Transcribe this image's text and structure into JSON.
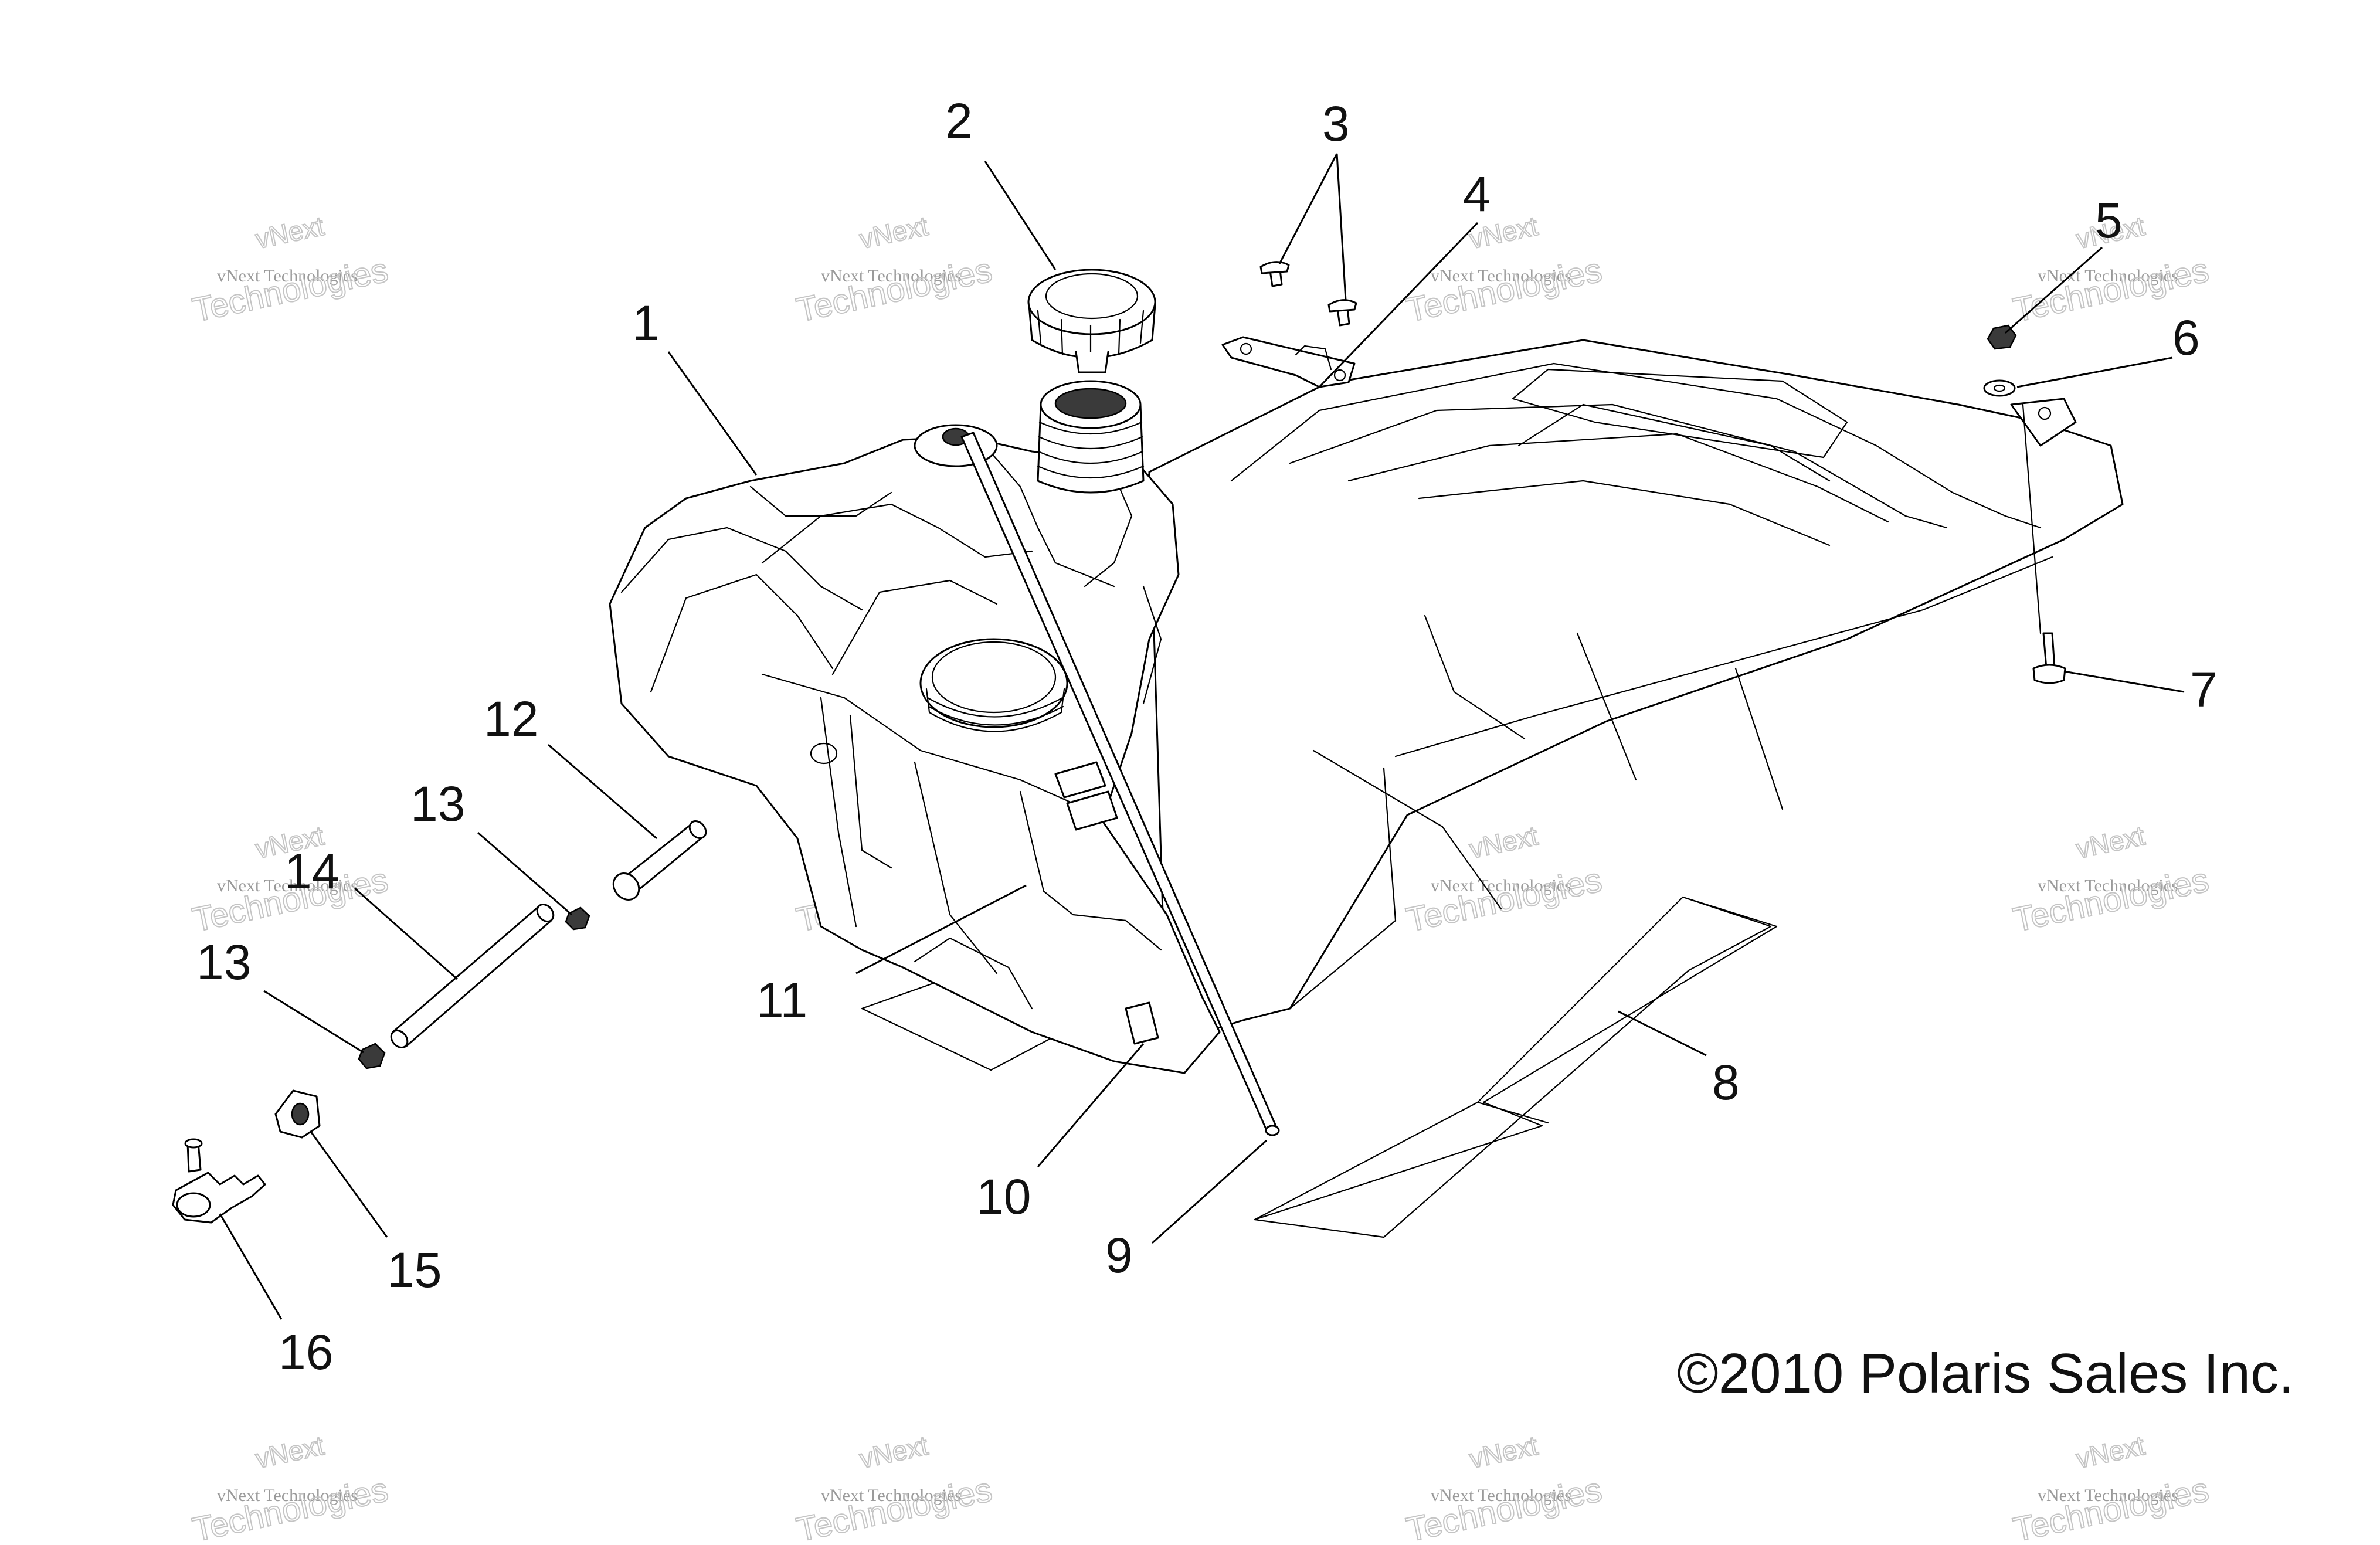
{
  "diagram": {
    "callouts": [
      "1",
      "2",
      "3",
      "4",
      "5",
      "6",
      "7",
      "8",
      "9",
      "10",
      "11",
      "12",
      "13",
      "14",
      "13",
      "15",
      "16"
    ],
    "copyright": "©2010 Polaris Sales Inc.",
    "watermark": {
      "brand": "vNext",
      "company": "vNext Technologies",
      "word": "Technologies"
    }
  }
}
